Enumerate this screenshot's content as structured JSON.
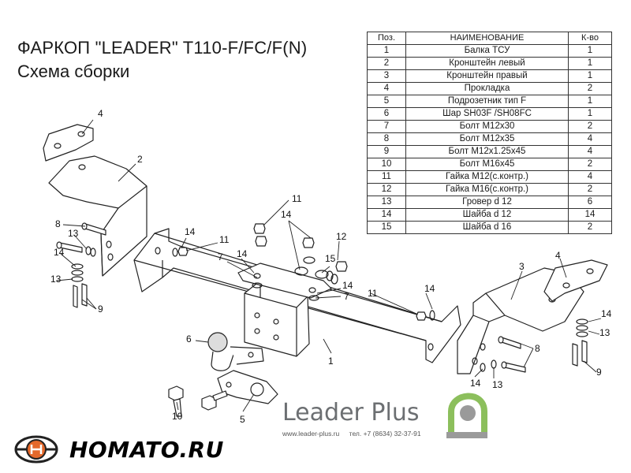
{
  "header": {
    "title": "ФАРКОП \"LEADER\" T110-F/FC/F(N)",
    "subtitle": "Схема сборки"
  },
  "parts_table": {
    "columns": [
      "Поз.",
      "НАИМЕНОВАНИЕ",
      "К-во"
    ],
    "rows": [
      [
        "1",
        "Балка ТСУ",
        "1"
      ],
      [
        "2",
        "Кронштейн левый",
        "1"
      ],
      [
        "3",
        "Кронштейн правый",
        "1"
      ],
      [
        "4",
        "Прокладка",
        "2"
      ],
      [
        "5",
        "Подрозетник тип F",
        "1"
      ],
      [
        "6",
        "Шар SH03F /SH08FC",
        "1"
      ],
      [
        "7",
        "Болт М12х30",
        "2"
      ],
      [
        "8",
        "Болт М12х35",
        "4"
      ],
      [
        "9",
        "Болт М12х1.25х45",
        "4"
      ],
      [
        "10",
        "Болт М16х45",
        "2"
      ],
      [
        "11",
        "Гайка М12(с.контр.)",
        "4"
      ],
      [
        "12",
        "Гайка М16(с.контр.)",
        "2"
      ],
      [
        "13",
        "Гровер d 12",
        "6"
      ],
      [
        "14",
        "Шайба d 12",
        "14"
      ],
      [
        "15",
        "Шайба d 16",
        "2"
      ]
    ]
  },
  "callouts": [
    "4",
    "2",
    "8",
    "13",
    "14",
    "13",
    "9",
    "14",
    "11",
    "7",
    "14",
    "11",
    "14",
    "12",
    "15",
    "14",
    "7",
    "11",
    "14",
    "4",
    "3",
    "14",
    "13",
    "9",
    "8",
    "14",
    "13",
    "6",
    "1",
    "10",
    "5"
  ],
  "brand": {
    "name": "Leader Plus",
    "website": "www.leader-plus.ru",
    "phone": "тел. +7 (8634) 32-37-91"
  },
  "watermark": {
    "name": "HOMATO.RU"
  }
}
